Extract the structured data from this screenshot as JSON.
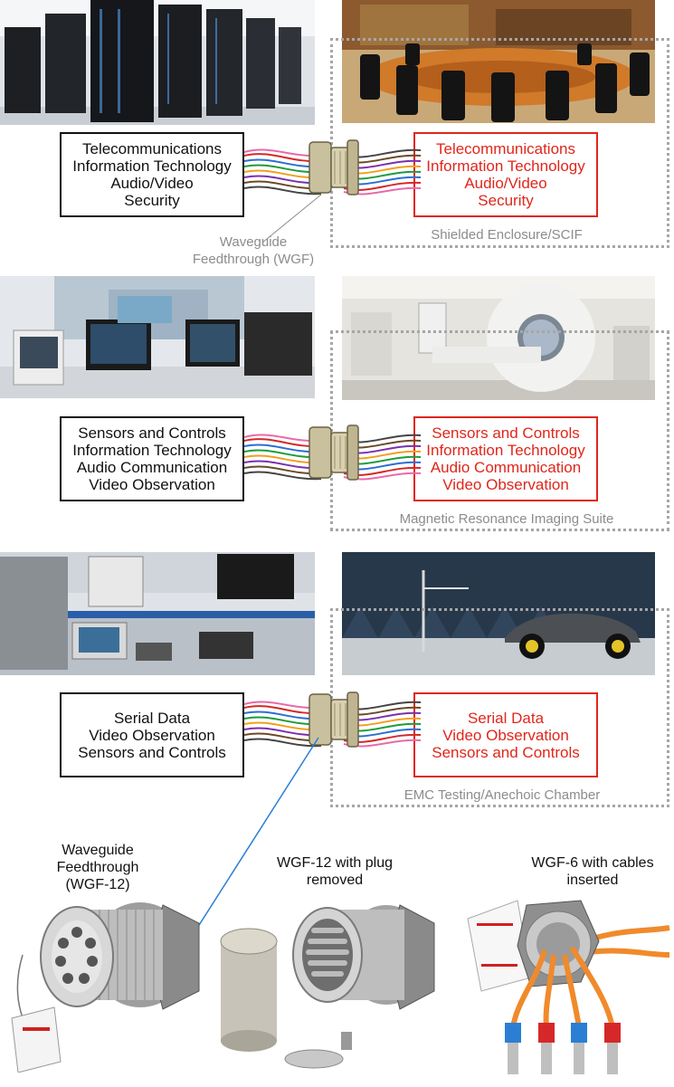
{
  "sections": [
    {
      "left_lines": [
        "Telecommunications",
        "Information Technology",
        "Audio/Video",
        "Security"
      ],
      "right_lines": [
        "Telecommunications",
        "Information Technology",
        "Audio/Video",
        "Security"
      ],
      "enclosure_label": "Shielded Enclosure/SCIF",
      "connector_label": [
        "Waveguide",
        "Feedthrough (WGF)"
      ]
    },
    {
      "left_lines": [
        "Sensors and Controls",
        "Information Technology",
        "Audio Communication",
        "Video Observation"
      ],
      "right_lines": [
        "Sensors and Controls",
        "Information Technology",
        "Audio Communication",
        "Video Observation"
      ],
      "enclosure_label": "Magnetic Resonance Imaging Suite"
    },
    {
      "left_lines": [
        "Serial Data",
        "Video Observation",
        "Sensors and Controls"
      ],
      "right_lines": [
        "Serial Data",
        "Video Observation",
        "Sensors and Controls"
      ],
      "enclosure_label": "EMC Testing/Anechoic Chamber"
    }
  ],
  "products": [
    {
      "label_lines": [
        "Waveguide",
        "Feedthrough",
        "(WGF-12)"
      ]
    },
    {
      "label_lines": [
        "WGF-12 with plug",
        "removed"
      ]
    },
    {
      "label_lines": [
        "WGF-6 with cables",
        "inserted"
      ]
    }
  ],
  "colors": {
    "accent_red": "#e0261b",
    "dotted_gray": "#a6a6a6",
    "caption_gray": "#8c8c8c",
    "leader_blue": "#2a7fd4"
  }
}
